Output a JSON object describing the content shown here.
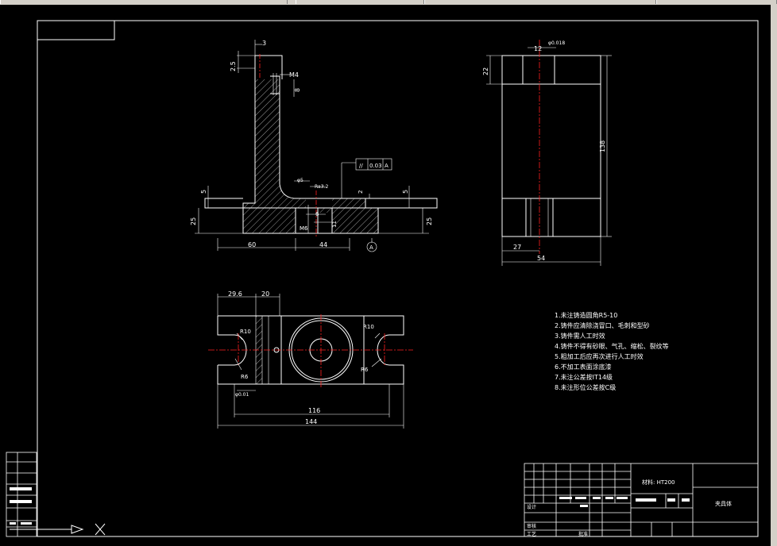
{
  "dims": {
    "d3": "3",
    "d25": "2.5",
    "m4": "M4",
    "d8": "8",
    "d5a": "5",
    "d5b": "5",
    "d25b": "25",
    "d25c": "25",
    "d60": "60",
    "d44": "44",
    "m6": "M6",
    "d6": "6",
    "d11": "11",
    "d2": "2",
    "ra": "Ra3.2",
    "phi5": "φ5",
    "tol": "0.03",
    "datum": "A",
    "d12": "12",
    "d22": "22",
    "d138": "138",
    "d27": "27",
    "d54": "54",
    "d29": "29.6",
    "d20": "20",
    "r10a": "R10",
    "r10b": "R10",
    "r6a": "R6",
    "r6b": "R6",
    "d116": "116",
    "d144": "144",
    "phi8": "φ0.018",
    "phi1": "φ0.01"
  },
  "notes": [
    "1.未注铸造圆角R5-10",
    "2.铸件应清除浇冒口、毛刺和型砂",
    "3.铸件需人工时效",
    "4.铸件不得有砂眼、气孔、缩松、裂纹等",
    "5.粗加工后应再次进行人工时效",
    "6.不加工表面涂底漆",
    "7.未注公差按IT14级",
    "8.未注形位公差按C级"
  ],
  "title_block": {
    "material": "材料: HT200",
    "part_name": "夹具体",
    "design": "设计",
    "check": "审核",
    "process": "工艺",
    "approve": "批准"
  },
  "colors": {
    "line": "#ffffff",
    "center": "#ff2020",
    "bg": "#000000"
  }
}
